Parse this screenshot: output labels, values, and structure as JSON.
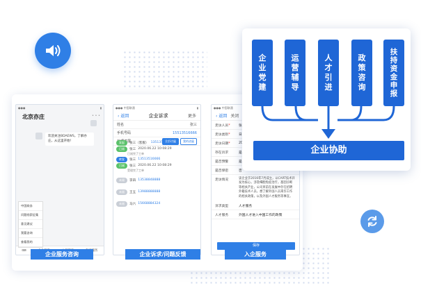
{
  "phones": {
    "p1": {
      "title": "北京亦庄",
      "bubble": "欢迎关注BDAEWS，了解亦庄，从这里开始！",
      "menu": [
        "中国商务",
        "问题线索征集",
        "意见建议",
        "我要咨询",
        "查看我的"
      ],
      "bottom": [
        "企业服务",
        "公开服务",
        "科技服务"
      ]
    },
    "p2": {
      "back": "返回",
      "title": "企业诉求",
      "more": "更多",
      "name_label": "姓名",
      "name_value": "张三",
      "phone_label": "手机号码",
      "phone_value": "15513516666",
      "tabs_label": "处理进展",
      "tab_all": "全部进展",
      "tab_mine": "我的进展",
      "timeline": [
        {
          "tag": "发起",
          "name": "张三（客服）",
          "phone": "13513516666"
        },
        {
          "tag": "已阅",
          "name": "张三",
          "date": "2020.06.22 10:08:29",
          "note": "已阅完了工单"
        },
        {
          "tag": "转发",
          "name": "张三",
          "phone": "13513516666"
        },
        {
          "tag": "已阅",
          "name": "张三",
          "date": "2020.06.22 10:08:29",
          "note": "受理完了工单"
        },
        {
          "tag": "未阅",
          "name": "李四",
          "phone": "13538848888"
        },
        {
          "tag": "未阅",
          "name": "王五",
          "phone": "13988888888"
        },
        {
          "tag": "未阅",
          "name": "马六",
          "phone": "15668884324"
        }
      ]
    },
    "p3": {
      "back": "返回",
      "close": "关闭",
      "fields": [
        {
          "k": "走访人员",
          "v": "张三"
        },
        {
          "k": "走访类别",
          "v": "日常走访"
        },
        {
          "k": "走访日期",
          "v": "2020-06-10"
        },
        {
          "k": "存在诉求",
          "v": "是"
        },
        {
          "k": "是否预警",
          "v": "是"
        },
        {
          "k": "是否保密",
          "v": "否"
        }
      ],
      "desc_label": "走访情况",
      "desc": "该企业于2016年7月成立，以CART技术开发为核心，涉及细胞免疫治疗，基因诊断等相关产业，公司目前在发展中存在招聘外籍技术人员，想了解外国人员来华工作的相关政策，以及外国人才服务等事宜。",
      "type_label": "诉求类型",
      "type_value": "人才服务",
      "service_label": "人才服务",
      "service_value": "外国人才进入中国工作的政策",
      "save": "保存"
    }
  },
  "captions": [
    "企业服务咨询",
    "企业诉求/问题反馈",
    "入企服务"
  ],
  "panel": {
    "boxes": [
      [
        "企",
        "业",
        "党",
        "建"
      ],
      [
        "运",
        "营",
        "辅",
        "导"
      ],
      [
        "人",
        "才",
        "引",
        "进"
      ],
      [
        "政",
        "策",
        "咨",
        "询"
      ],
      [
        "扶",
        "持",
        "资",
        "金",
        "申",
        "报"
      ]
    ],
    "summary": "企业协助"
  },
  "colors": {
    "primary": "#1f66d6",
    "accent": "#2f7fe6",
    "green": "#5ac26b",
    "gray_tag": "#c9ced6"
  }
}
